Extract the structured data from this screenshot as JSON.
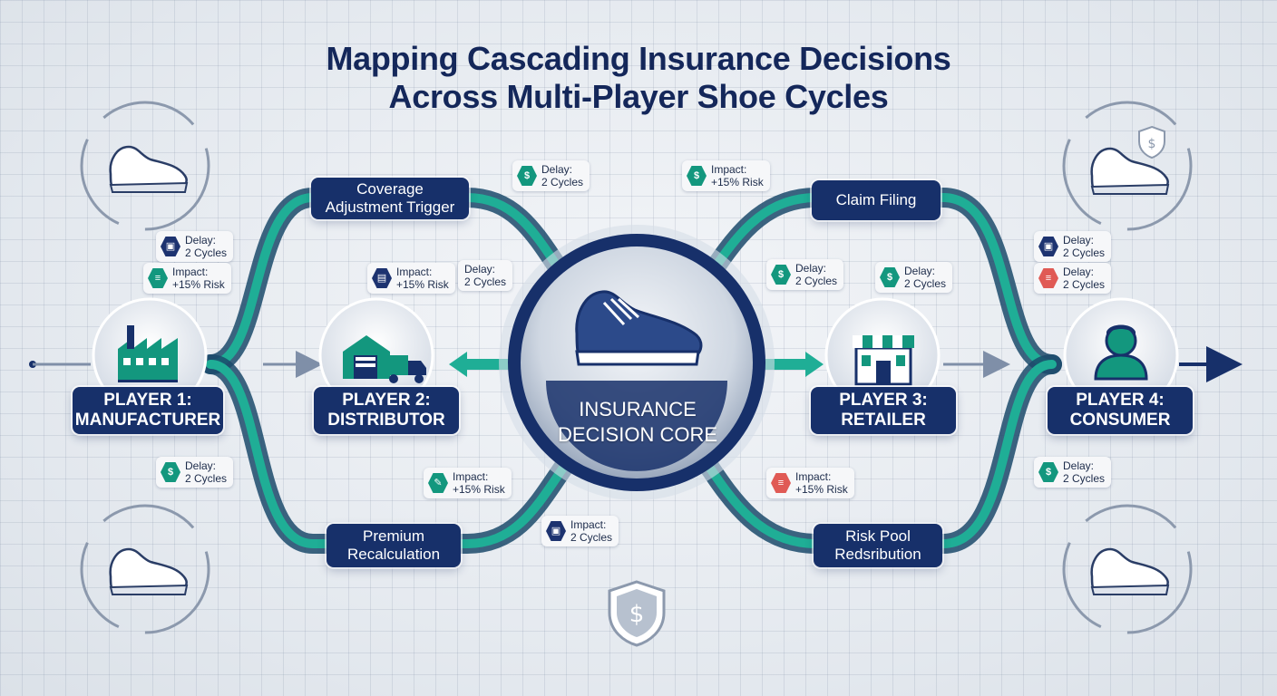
{
  "title": {
    "line1": "Mapping Cascading Insurance Decisions",
    "line2": "Across Multi-Player Shoe Cycles"
  },
  "core": {
    "line1": "INSURANCE",
    "line2": "DECISION CORE"
  },
  "players": [
    {
      "line1": "PLAYER 1:",
      "line2": "MANUFACTURER",
      "icon": "factory-icon"
    },
    {
      "line1": "PLAYER 2:",
      "line2": "DISTRIBUTOR",
      "icon": "warehouse-truck-icon"
    },
    {
      "line1": "PLAYER 3:",
      "line2": "RETAILER",
      "icon": "storefront-icon"
    },
    {
      "line1": "PLAYER 4:",
      "line2": "CONSUMER",
      "icon": "person-icon"
    }
  ],
  "stages": {
    "coverage": {
      "line1": "Coverage",
      "line2": "Adjustment Trigger"
    },
    "claim": {
      "line1": "Claim Filing"
    },
    "premium": {
      "line1": "Premium",
      "line2": "Recalculation"
    },
    "riskpool": {
      "line1": "Risk Pool",
      "line2": "Redsribution"
    }
  },
  "badges": [
    {
      "line1": "Delay:",
      "line2": "2 Cycles",
      "color": "#1d3370"
    },
    {
      "line1": "Impact:",
      "line2": "+15% Risk",
      "color": "#13977e"
    },
    {
      "line1": "Delay:",
      "line2": "2 Cycles",
      "color": "#13977e"
    },
    {
      "line1": "Impact:",
      "line2": "+15% Risk",
      "color": "#13977e"
    },
    {
      "line1": "Impact:",
      "line2": "+15% Risk",
      "color": "#1d3370"
    },
    {
      "line1": "Delay:",
      "line2": "2 Cycles",
      "color": ""
    },
    {
      "line1": "Delay:",
      "line2": "2 Cycles",
      "color": "#13977e"
    },
    {
      "line1": "Delay:",
      "line2": "2 Cycles",
      "color": "#13977e"
    },
    {
      "line1": "Delay:",
      "line2": "2 Cycles",
      "color": "#1d3370"
    },
    {
      "line1": "Delay:",
      "line2": "2 Cycles",
      "color": "#e05a55"
    },
    {
      "line1": "Delay:",
      "line2": "2 Cycles",
      "color": "#13977e"
    },
    {
      "line1": "Impact:",
      "line2": "+15% Risk",
      "color": "#13977e"
    },
    {
      "line1": "Impact:",
      "line2": "2 Cycles",
      "color": "#1d3370"
    },
    {
      "line1": "Impact:",
      "line2": "+15% Risk",
      "color": "#e05a55"
    },
    {
      "line1": "Delay:",
      "line2": "2 Cycles",
      "color": "#13977e"
    }
  ],
  "colors": {
    "navy": "#17306a",
    "teal": "#13977e",
    "red": "#e05a55",
    "title": "#14275a"
  }
}
